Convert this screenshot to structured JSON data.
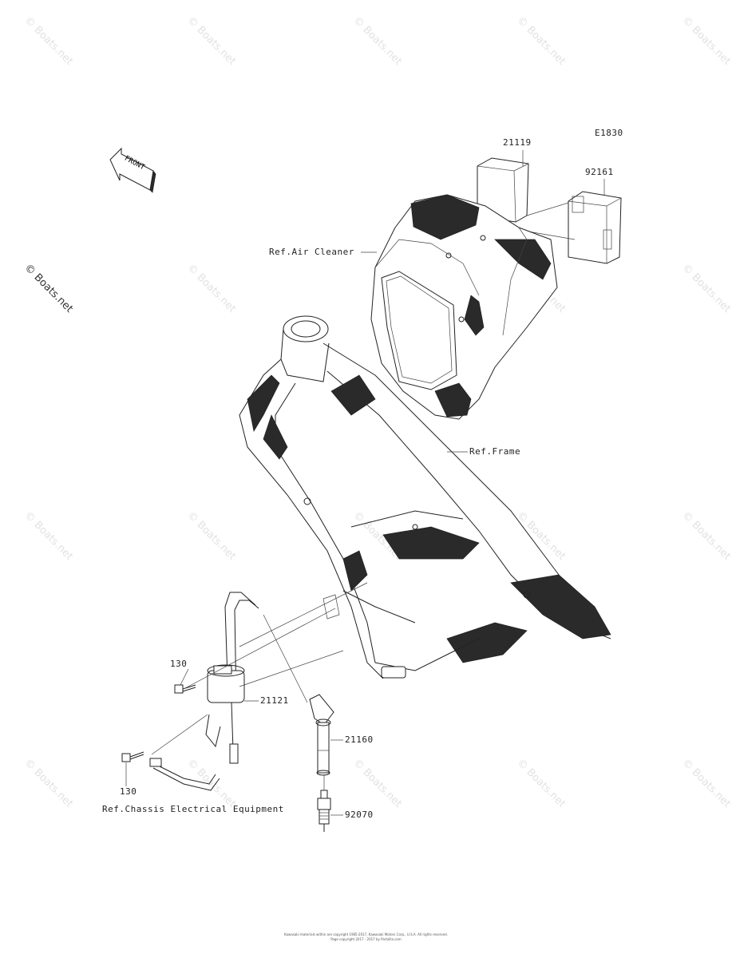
{
  "diagram_code": "E1830",
  "front_arrow_label": "FRONT",
  "watermark_text": "© Boats.net",
  "parts": [
    {
      "number": "21119"
    },
    {
      "number": "92161"
    },
    {
      "number": "130"
    },
    {
      "number": "21121"
    },
    {
      "number": "21160"
    },
    {
      "number": "130"
    },
    {
      "number": "92070"
    }
  ],
  "references": {
    "air_cleaner": "Ref.Air Cleaner",
    "frame": "Ref.Frame",
    "chassis_electrical": "Ref.Chassis Electrical Equipment"
  },
  "copyright": [
    "Kawasaki materials within are copyright 1985-2017, Kawasaki Motors Corp., U.S.A. All rights reserved.",
    "Page copyright 2017 - 2017 by Partzilla.com"
  ]
}
